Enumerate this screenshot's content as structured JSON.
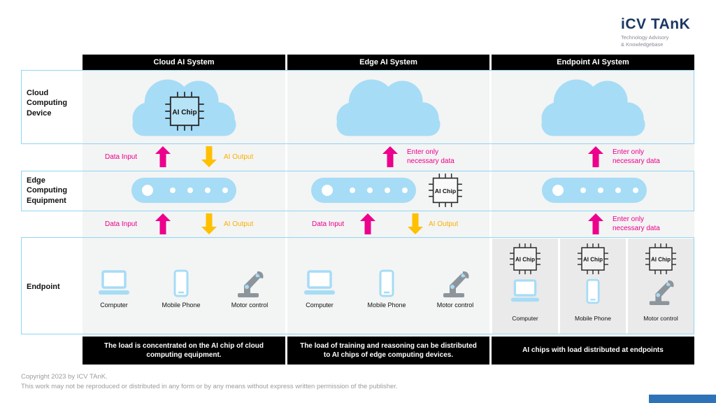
{
  "logo": {
    "title": "iCV TAnK",
    "tagline1": "Technology Advisory",
    "tagline2": "& Knowledgebase"
  },
  "columns": [
    {
      "header": "Cloud AI System",
      "caption": "The load is concentrated on the AI chip of cloud computing equipment."
    },
    {
      "header": "Edge AI System",
      "caption": "The load of training and reasoning can be distributed to AI chips of edge computing devices."
    },
    {
      "header": "Endpoint AI System",
      "caption": "AI chips with load distributed at endpoints"
    }
  ],
  "rows": {
    "cloud": "Cloud Computing Device",
    "edge": "Edge Computing Equipment",
    "endpoint": "Endpoint"
  },
  "labels": {
    "data_input": "Data Input",
    "ai_output": "AI Output",
    "enter_only_line1": "Enter only",
    "enter_only_line2": "necessary data",
    "ai_chip": "AI Chip"
  },
  "devices": {
    "computer": "Computer",
    "mobile": "Mobile Phone",
    "motor": "Motor control"
  },
  "footer": {
    "copyright": "Copyright  2023 by ICV TAnK.",
    "notice": "This work may not be reproduced or distributed in any form or by any means without express written permission of the publisher."
  },
  "colors": {
    "light_blue": "#a6dcf6",
    "magenta": "#ec008c",
    "amber": "#f9b000",
    "header_black": "#000000",
    "accent_navy": "#1b3763",
    "footer_bar_blue": "#2e73b8"
  }
}
